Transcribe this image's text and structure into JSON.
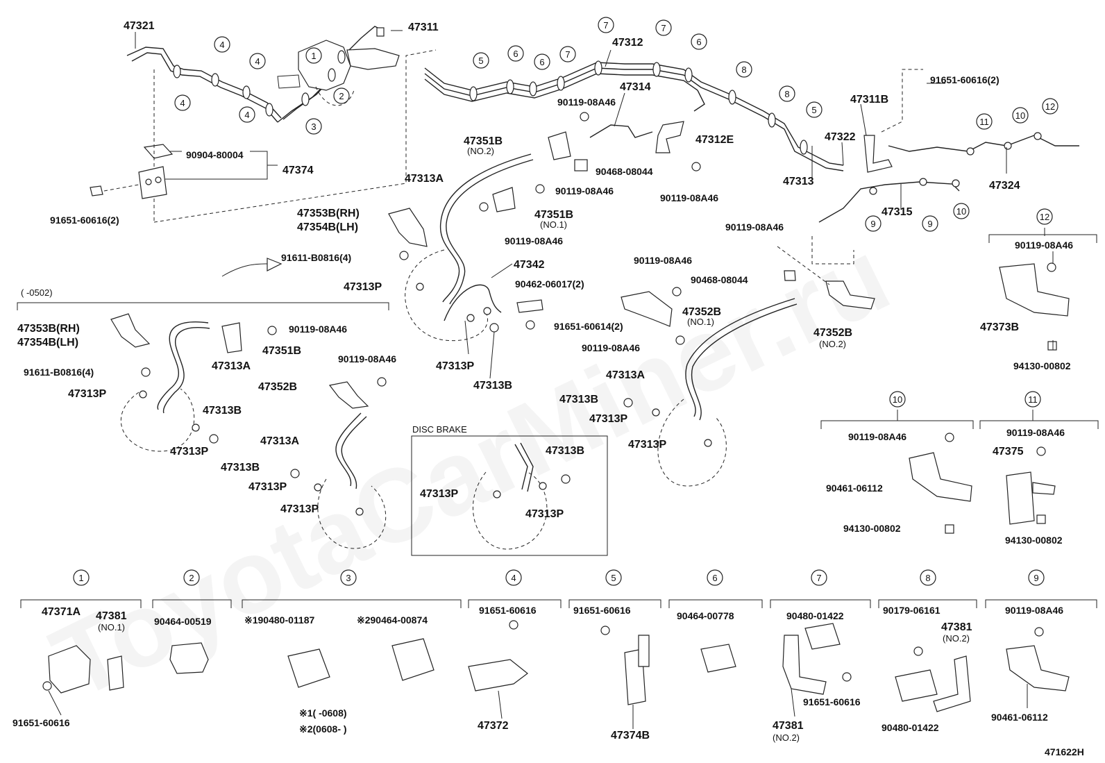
{
  "watermark": "ToyotaCarMiner.ru",
  "figure_id": "471622H",
  "box_labels": {
    "disc_brake": "DISC BRAKE",
    "range_0502": "( -0502)",
    "note1": "※1( -0608)",
    "note2": "※2(0608- )"
  },
  "parts_upper": {
    "p47321": "47321",
    "p47311": "47311",
    "p47312": "47312",
    "p47314": "47314",
    "p47311B": "47311B",
    "p47322": "47322",
    "p47313": "47313",
    "p47324": "47324",
    "p47315": "47315",
    "p47374": "47374",
    "p90904": "90904-80004",
    "p91651_2a": "91651-60616(2)",
    "p91651_2b": "91651-60616(2)",
    "p90119_a": "90119-08A46",
    "p47351B_no2": "47351B",
    "no2_a": "(NO.2)",
    "p47313A_a": "47313A",
    "p90468_a": "90468-08044",
    "p47312E": "47312E",
    "p90119_b": "90119-08A46",
    "p90119_c": "90119-08A46",
    "p47351B_no1": "47351B",
    "no1_a": "(NO.1)",
    "p90119_d": "90119-08A46",
    "p47353B_rh_a": "47353B(RH)",
    "p47354B_lh_a": "47354B(LH)",
    "p91611_a": "91611-B0816(4)",
    "p90119_e": "90119-08A46",
    "p47342": "47342",
    "p90462": "90462-06017(2)",
    "p47313P_a": "47313P",
    "p91651_614": "91651-60614(2)",
    "p47313P_b": "47313P",
    "p47313B_a": "47313B",
    "p90119_f": "90119-08A46",
    "p90468_b": "90468-08044",
    "p47352B_no1": "47352B",
    "no1_b": "(NO.1)",
    "p47352B_no2": "47352B",
    "no2_b": "(NO.2)",
    "p90119_g": "90119-08A46",
    "p47313A_b": "47313A",
    "p47313B_b": "47313B",
    "p47313P_c": "47313P",
    "p47313P_d": "47313P"
  },
  "parts_left": {
    "p47353B_rh": "47353B(RH)",
    "p47354B_lh": "47354B(LH)",
    "p90119": "90119-08A46",
    "p47351B": "47351B",
    "p91611": "91611-B0816(4)",
    "p47313A": "47313A",
    "p47313P_a": "47313P",
    "p47313B": "47313B",
    "p47313P_b": "47313P",
    "p90119_b": "90119-08A46",
    "p47352B": "47352B",
    "p47313A_b": "47313A",
    "p47313B_b": "47313B",
    "p47313P_c": "47313P",
    "p47313P_d": "47313P"
  },
  "parts_disc": {
    "p47313B": "47313B",
    "p47313P_a": "47313P",
    "p47313P_b": "47313P"
  },
  "parts_right": {
    "p90119_12": "90119-08A46",
    "p47373B": "47373B",
    "p94130_12": "94130-00802",
    "p90119_10": "90119-08A46",
    "p90461_10": "90461-06112",
    "p94130_10": "94130-00802",
    "p90119_11": "90119-08A46",
    "p47375": "47375",
    "p94130_11": "94130-00802"
  },
  "callouts": {
    "c1": "1",
    "c2": "2",
    "c3": "3",
    "c4": "4",
    "c5": "5",
    "c6": "6",
    "c7": "7",
    "c8": "8",
    "c9": "9",
    "c10": "10",
    "c11": "11",
    "c12": "12"
  },
  "bottom_groups": {
    "g1": {
      "a": "47371A",
      "b": "47381",
      "b_note": "(NO.1)",
      "c": "91651-60616"
    },
    "g2": {
      "a": "90464-00519"
    },
    "g3": {
      "a": "※190480-01187",
      "b": "※290464-00874"
    },
    "g4": {
      "a": "91651-60616",
      "b": "47372"
    },
    "g5": {
      "a": "91651-60616",
      "b": "47374B"
    },
    "g6": {
      "a": "90464-00778"
    },
    "g7": {
      "a": "90480-01422",
      "b": "91651-60616",
      "c": "47381",
      "c_note": "(NO.2)"
    },
    "g8": {
      "a": "90179-06161",
      "b": "47381",
      "b_note": "(NO.2)",
      "c": "90480-01422"
    },
    "g9": {
      "a": "90119-08A46",
      "b": "90461-06112"
    }
  }
}
